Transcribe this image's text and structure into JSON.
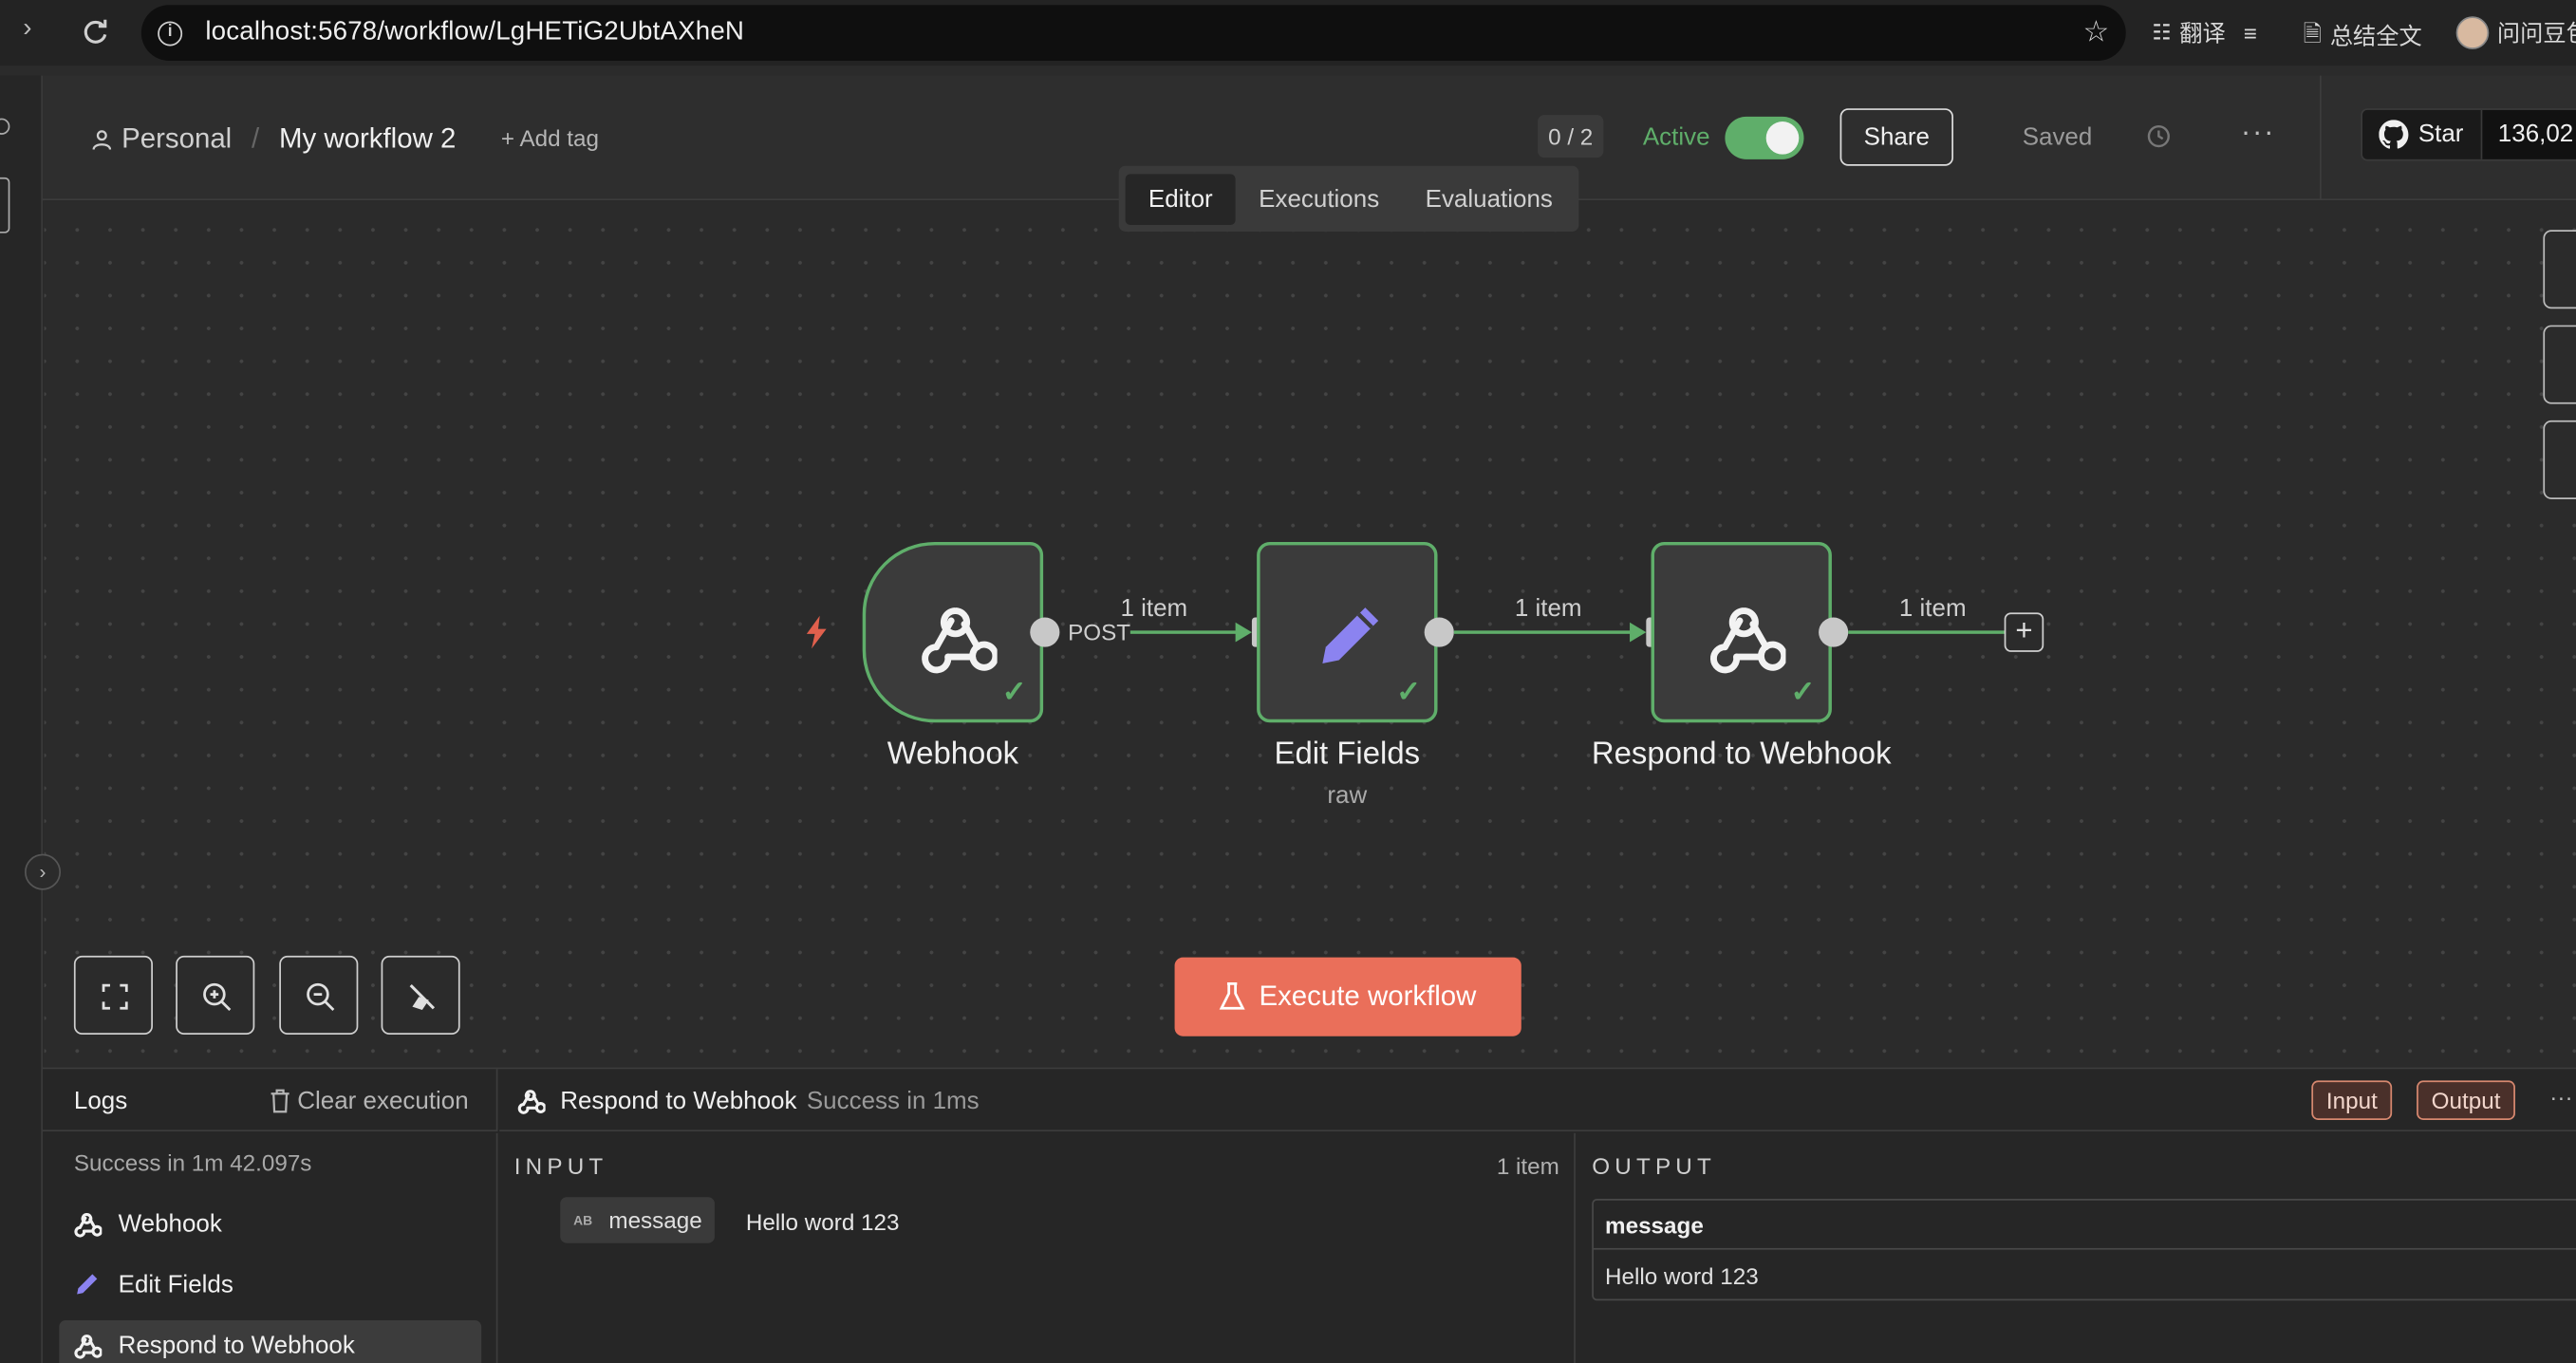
{
  "browser": {
    "url": "localhost:5678/workflow/LgHETiG2UbtAXheN",
    "ext_translate": "翻译",
    "ext_summary": "总结全文",
    "ext_ask": "问问豆包"
  },
  "header": {
    "project": "Personal",
    "separator": "/",
    "workflow_name": "My workflow 2",
    "add_tag": "+ Add tag",
    "counter": "0 / 2",
    "active_label": "Active",
    "active": true,
    "share": "Share",
    "saved": "Saved",
    "more": "···",
    "github_star": "Star",
    "github_count": "136,02"
  },
  "tabs": [
    {
      "label": "Editor",
      "selected": true
    },
    {
      "label": "Executions",
      "selected": false
    },
    {
      "label": "Evaluations",
      "selected": false
    }
  ],
  "canvas": {
    "nodes": [
      {
        "label": "Webhook",
        "sub": ""
      },
      {
        "label": "Edit Fields",
        "sub": "raw"
      },
      {
        "label": "Respond to Webhook",
        "sub": ""
      }
    ],
    "edges": [
      {
        "label": "1 item",
        "port_label": "POST"
      },
      {
        "label": "1 item"
      },
      {
        "label": "1 item"
      }
    ],
    "add_node": "+",
    "execute_button": "Execute workflow",
    "colors": {
      "success": "#5fae6a",
      "execute": "#ea6f5a",
      "trigger": "#e0604d",
      "edit_icon": "#8b83f0"
    }
  },
  "logs": {
    "title": "Logs",
    "clear": "Clear execution",
    "summary": "Success in 1m 42.097s",
    "items": [
      {
        "label": "Webhook",
        "icon": "webhook-icon"
      },
      {
        "label": "Edit Fields",
        "icon": "pencil-icon"
      },
      {
        "label": "Respond to Webhook",
        "icon": "webhook-icon"
      }
    ]
  },
  "detail": {
    "node_name": "Respond to Webhook",
    "status": "Success in 1ms",
    "input_btn": "Input",
    "output_btn": "Output",
    "more": "···",
    "input": {
      "title": "INPUT",
      "count": "1 item",
      "type_badge": "AB",
      "field": "message",
      "value": "Hello word 123"
    },
    "output": {
      "title": "OUTPUT",
      "column": "message",
      "value": "Hello word 123"
    }
  }
}
